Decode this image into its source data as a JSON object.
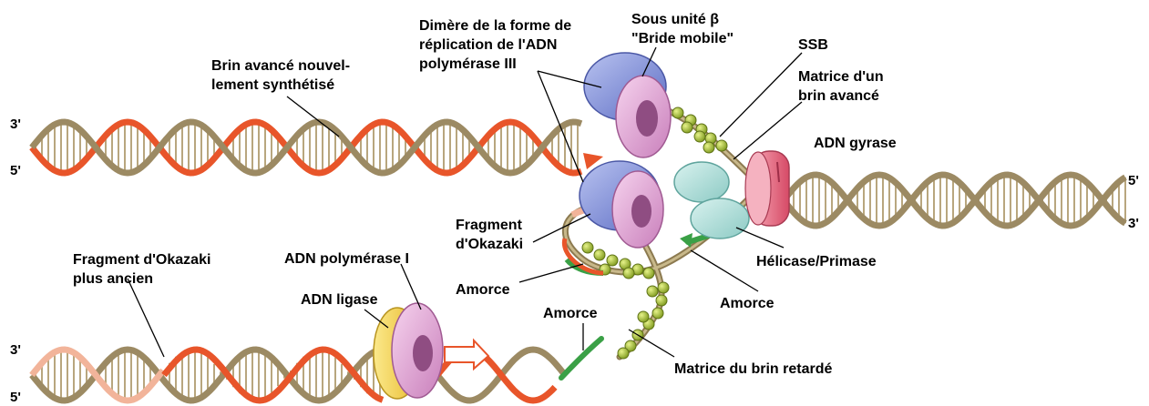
{
  "labels": {
    "brin_avance": [
      "Brin avancé nouvel-",
      "lement synthétisé"
    ],
    "dimere": [
      "Dimère de la forme de",
      "réplication de l'ADN",
      "polymérase III"
    ],
    "sous_unite": [
      "Sous unité β",
      "\"Bride mobile\""
    ],
    "ssb": "SSB",
    "matrice_avance": [
      "Matrice d'un",
      "brin avancé"
    ],
    "adn_gyrase": "ADN gyrase",
    "helicase": "Hélicase/Primase",
    "amorce_right": "Amorce",
    "fragment_okazaki": [
      "Fragment",
      "d'Okazaki"
    ],
    "amorce_mid": "Amorce",
    "amorce_low": "Amorce",
    "matrice_retarde": "Matrice du brin retardé",
    "fragment_ancien": [
      "Fragment d'Okazaki",
      "plus ancien"
    ],
    "adn_pol1": "ADN polymérase I",
    "adn_ligase": "ADN ligase"
  },
  "ends": {
    "top_left_3": "3'",
    "top_left_5": "5'",
    "right_5": "5'",
    "right_3": "3'",
    "bottom_left_3": "3'",
    "bottom_left_5": "5'"
  },
  "colors": {
    "new_strand": "#e8552a",
    "template_strand": "#9c8a63",
    "okazaki_light": "#f2b49a",
    "primer_green": "#3aa046",
    "ssb_green": "#a6c23a",
    "pol3_blue": "#7f8fd6",
    "clamp_pink": "#e7a2d6",
    "gyrase_red": "#e0667e",
    "helicase_cyan": "#a9dcd8",
    "ligase_yellow": "#f2d64c",
    "pol1_pink": "#e4a6cf"
  }
}
